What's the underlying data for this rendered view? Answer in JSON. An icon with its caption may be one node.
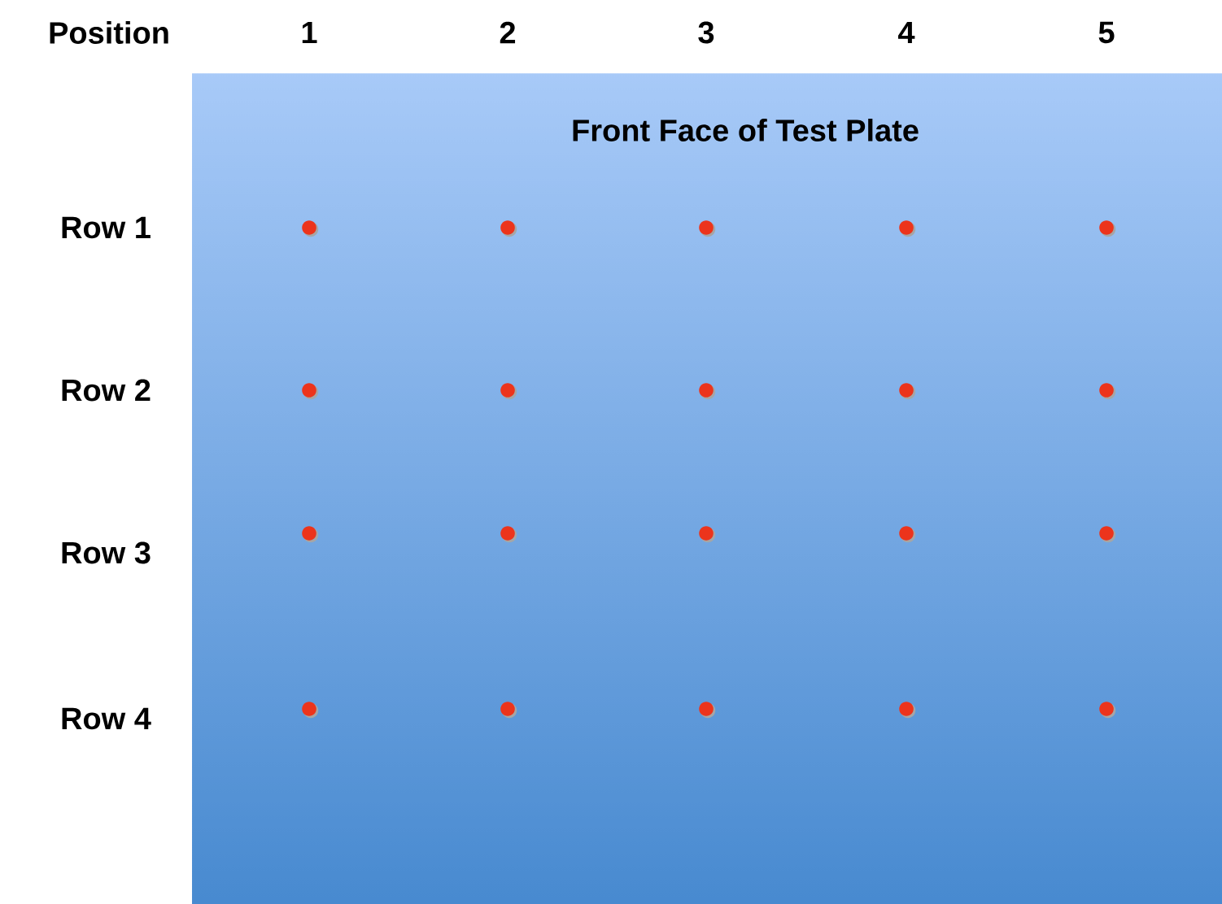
{
  "diagram": {
    "nodes": [
      {
        "text": [
          "Front Face of Test Plate"
        ]
      }
    ],
    "labels": [
      "Position",
      "1",
      "2",
      "3",
      "4",
      "5",
      "Row 1",
      "Row 2",
      "Row 3",
      "Row 4"
    ]
  }
}
